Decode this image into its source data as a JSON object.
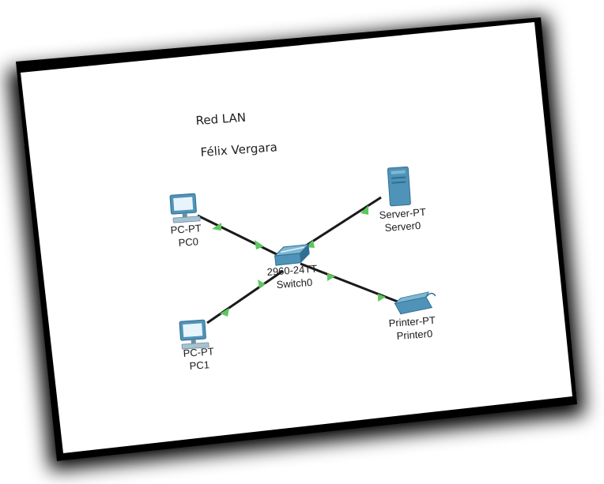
{
  "title": "Red LAN",
  "author": "Félix Vergara",
  "colors": {
    "frame_dark": "#000000",
    "paper": "#ffffff",
    "link": "#1a1a1a",
    "link_arrow": "#5ec65e",
    "device_blue": "#4f93b8",
    "device_dark": "#2f6f93"
  },
  "devices": [
    {
      "id": "pc0",
      "icon": "pc-icon",
      "model": "PC-PT",
      "name": "PC0"
    },
    {
      "id": "pc1",
      "icon": "pc-icon",
      "model": "PC-PT",
      "name": "PC1"
    },
    {
      "id": "server0",
      "icon": "server-icon",
      "model": "Server-PT",
      "name": "Server0"
    },
    {
      "id": "switch0",
      "icon": "switch-icon",
      "model": "2960-24TT",
      "name": "Switch0"
    },
    {
      "id": "printer0",
      "icon": "printer-icon",
      "model": "Printer-PT",
      "name": "Printer0"
    }
  ],
  "links": [
    {
      "from": "pc0",
      "to": "switch0"
    },
    {
      "from": "server0",
      "to": "switch0"
    },
    {
      "from": "pc1",
      "to": "switch0"
    },
    {
      "from": "printer0",
      "to": "switch0"
    }
  ]
}
